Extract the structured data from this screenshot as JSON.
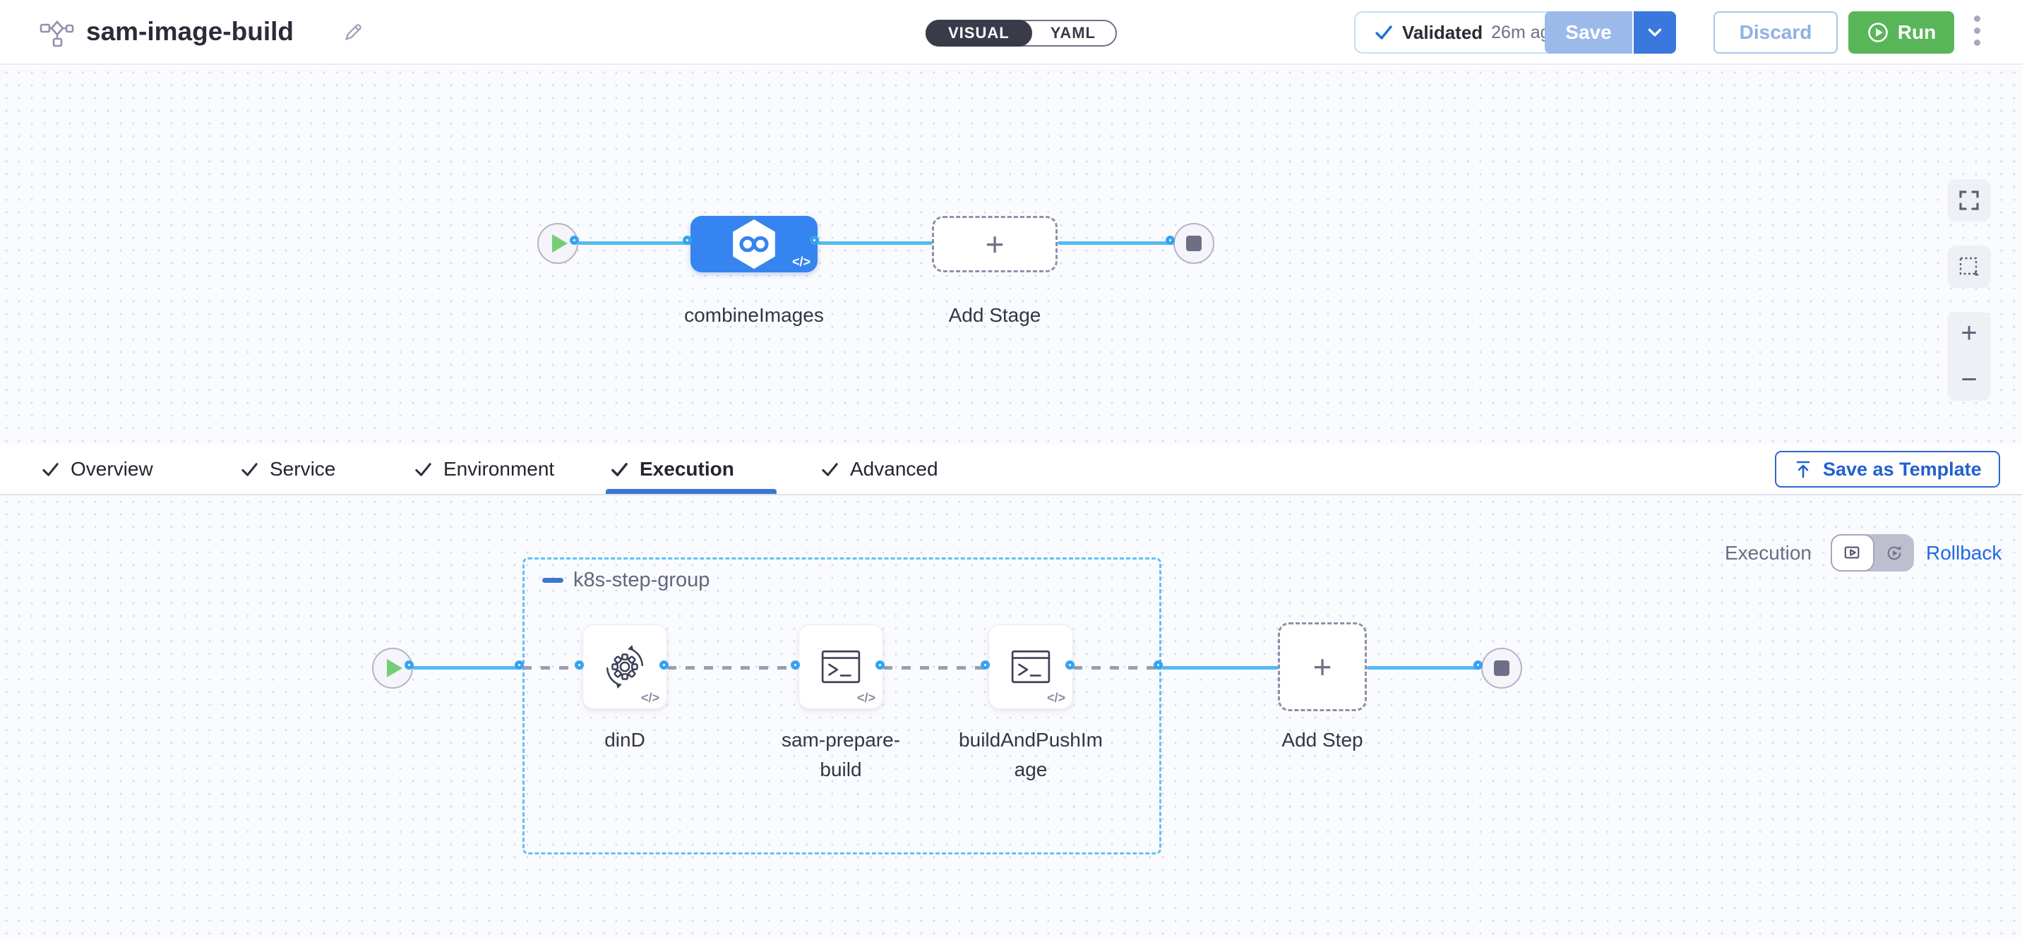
{
  "header": {
    "title": "sam-image-build",
    "view_toggle": {
      "options": [
        "VISUAL",
        "YAML"
      ],
      "selected": "VISUAL"
    },
    "validation": {
      "status": "Validated",
      "time_ago": "26m ago"
    },
    "save_label": "Save",
    "discard_label": "Discard",
    "run_label": "Run"
  },
  "stage_canvas": {
    "stages": [
      {
        "name": "combineImages",
        "type": "custom-stage"
      }
    ],
    "add_stage_label": "Add Stage"
  },
  "tabs": {
    "items": [
      {
        "label": "Overview",
        "checked": true,
        "active": false
      },
      {
        "label": "Service",
        "checked": true,
        "active": false
      },
      {
        "label": "Environment",
        "checked": true,
        "active": false
      },
      {
        "label": "Execution",
        "checked": true,
        "active": true
      },
      {
        "label": "Advanced",
        "checked": true,
        "active": false
      }
    ],
    "save_as_template_label": "Save as Template"
  },
  "execution_canvas": {
    "mode_left_label": "Execution",
    "mode_right_label": "Rollback",
    "step_group": {
      "name": "k8s-step-group",
      "steps": [
        {
          "name": "dinD",
          "icon": "service-gear-icon"
        },
        {
          "name": "sam-prepare-build",
          "icon": "terminal-icon"
        },
        {
          "name": "buildAndPushImage",
          "icon": "terminal-icon"
        }
      ]
    },
    "add_step_label": "Add Step"
  },
  "icons": {
    "plus": "+",
    "zoom_out": "−",
    "code_badge": "</>"
  },
  "colors": {
    "accent_blue": "#3584ef",
    "edge_blue": "#54bbf2",
    "port_blue": "#36a3f2",
    "group_border": "#5fc3f2",
    "run_green": "#58b658",
    "dash_gray": "#9b9db2",
    "active_tab_underline": "#3b76d1",
    "link_blue": "#1f6ae2"
  }
}
